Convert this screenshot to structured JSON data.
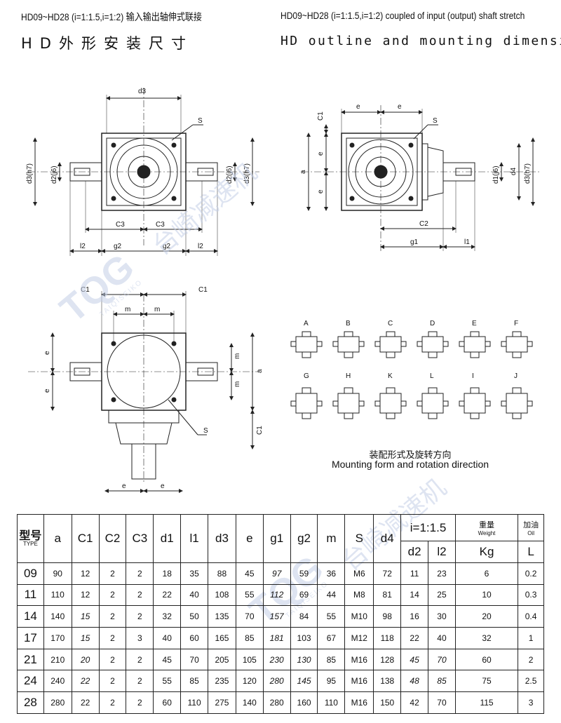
{
  "header": {
    "cn_title": "HD09~HD28 (i=1:1.5,i=1:2) 输入输出轴伸式联接",
    "cn_subtitle": "HD外形安装尺寸",
    "en_title": "HD09~HD28 (i=1:1.5,i=1:2) coupled of input (output) shaft stretch",
    "en_subtitle": "HD outline and mounting dimension"
  },
  "dims": {
    "d3": "d3",
    "d3h7": "d3(h7)",
    "d2j6": "d2(j6)",
    "d1j6": "d1(j6)",
    "d4": "d4",
    "c1": "C1",
    "c2": "C2",
    "c3": "C3",
    "l1": "l1",
    "l2": "l2",
    "g1": "g1",
    "g2": "g2",
    "e": "e",
    "m": "m",
    "a": "a",
    "s": "S"
  },
  "mounting": {
    "forms_row1": [
      "A",
      "B",
      "C",
      "D",
      "E",
      "F"
    ],
    "forms_row2": [
      "G",
      "H",
      "K",
      "L",
      "I",
      "J"
    ],
    "caption_cn": "装配形式及旋转方向",
    "caption_en": "Mounting form and rotation direction"
  },
  "watermark": {
    "cn": "台崎减速机",
    "logo": "TQG",
    "brand": "TAIQISEIKO"
  },
  "table": {
    "type_label": "型号",
    "type_en": "TYPE",
    "headers": [
      "a",
      "C1",
      "C2",
      "C3",
      "d1",
      "l1",
      "d3",
      "e",
      "g1",
      "g2",
      "m",
      "S",
      "d4"
    ],
    "ratio_header": "i=1:1.5",
    "ratio_sub": [
      "d2",
      "l2"
    ],
    "weight_cn": "重量",
    "weight_en": "Weight",
    "weight_unit": "Kg",
    "oil_cn": "加油",
    "oil_en": "Oil",
    "oil_unit": "L",
    "rows": [
      [
        "09",
        "90",
        "12",
        "2",
        "2",
        "18",
        "35",
        "88",
        "45",
        "97",
        "59",
        "36",
        "M6",
        "72",
        "11",
        "23",
        "6",
        "0.2"
      ],
      [
        "11",
        "110",
        "12",
        "2",
        "2",
        "22",
        "40",
        "108",
        "55",
        "112",
        "69",
        "44",
        "M8",
        "81",
        "14",
        "25",
        "10",
        "0.3"
      ],
      [
        "14",
        "140",
        "15",
        "2",
        "2",
        "32",
        "50",
        "135",
        "70",
        "157",
        "84",
        "55",
        "M10",
        "98",
        "16",
        "30",
        "20",
        "0.4"
      ],
      [
        "17",
        "170",
        "15",
        "2",
        "3",
        "40",
        "60",
        "165",
        "85",
        "181",
        "103",
        "67",
        "M12",
        "118",
        "22",
        "40",
        "32",
        "1"
      ],
      [
        "21",
        "210",
        "20",
        "2",
        "2",
        "45",
        "70",
        "205",
        "105",
        "230",
        "130",
        "85",
        "M16",
        "128",
        "45",
        "70",
        "60",
        "2"
      ],
      [
        "24",
        "240",
        "22",
        "2",
        "2",
        "55",
        "85",
        "235",
        "120",
        "280",
        "145",
        "95",
        "M16",
        "138",
        "48",
        "85",
        "75",
        "2.5"
      ],
      [
        "28",
        "280",
        "22",
        "2",
        "2",
        "60",
        "110",
        "275",
        "140",
        "280",
        "160",
        "110",
        "M16",
        "150",
        "42",
        "70",
        "115",
        "3"
      ]
    ]
  }
}
